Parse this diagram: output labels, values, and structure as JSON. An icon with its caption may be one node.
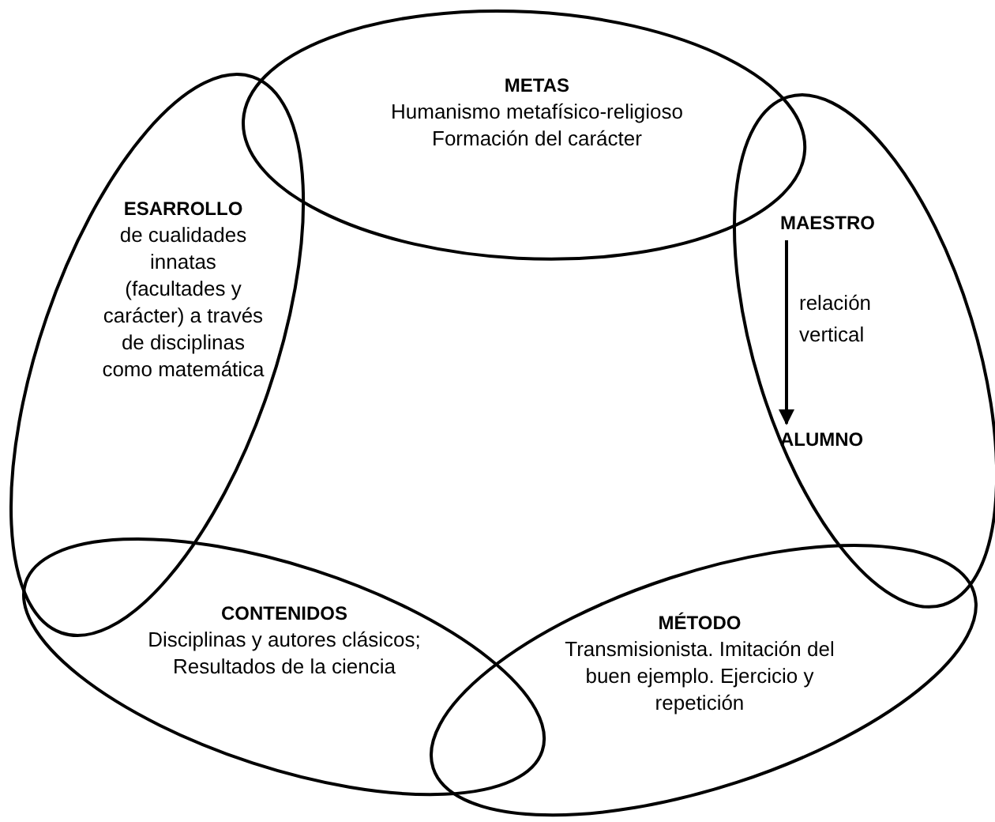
{
  "diagram": {
    "nodes": [
      {
        "text": [
          "METAS",
          "Humanismo metafísico-religioso Formación del carácter"
        ]
      },
      {
        "text": [
          "ESARROLLO",
          "de cualidades innatas (facultades y carácter) a través de disciplinas como matemática"
        ]
      },
      {
        "text": [],
        "shape": "ellipse"
      },
      {
        "text": [
          "MAESTRO"
        ],
        "in": 2
      },
      {
        "text": [
          "ALUMNO"
        ],
        "in": 2
      },
      {
        "text": [
          "CONTENIDOS",
          "Disciplinas y autores clásicos; Resultados de la ciencia"
        ]
      },
      {
        "text": [
          "MÉTODO",
          "Transmisionista. Imitación del buen ejemplo. Ejercicio y repetición"
        ]
      }
    ],
    "edges": [
      {
        "from": 3,
        "to": 4,
        "arrow": "to",
        "label": "relación vertical"
      }
    ]
  }
}
